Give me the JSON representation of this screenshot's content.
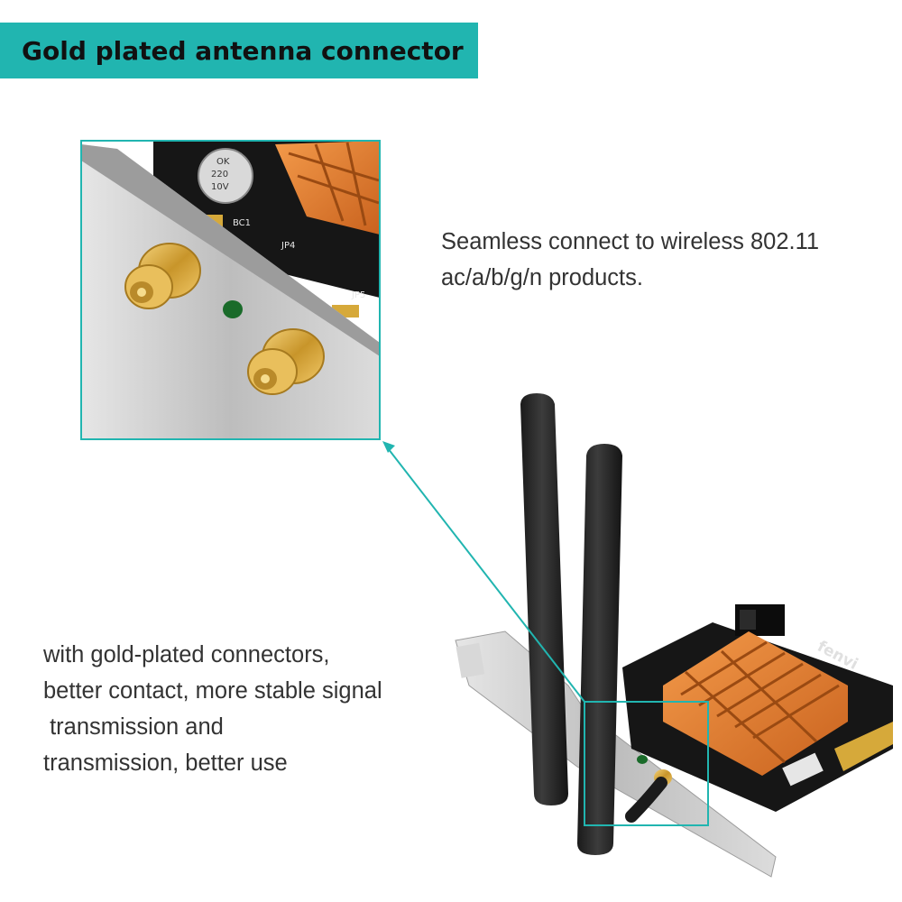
{
  "colors": {
    "accent": "#21b5b0",
    "caption_text": "#333333",
    "heading_text": "#111111",
    "gold": "#d6a93a",
    "heatsink": "#e07a2e",
    "pcb": "#161616",
    "bracket": "#c9c9c9",
    "antenna": "#2a2a2a",
    "led": "#1a6b2a"
  },
  "banner": {
    "title": "Gold plated antenna connector"
  },
  "captions": {
    "feature_wireless": [
      "Seamless connect to wireless 802.11",
      "ac/a/b/g/n products."
    ],
    "feature_connectors": [
      "with gold-plated connectors,",
      "better contact, more stable signal",
      " transmission and",
      "transmission, better use"
    ]
  },
  "product": {
    "brand_logo": "fenvi",
    "board_labels": [
      "BC1",
      "JP4",
      "JP5"
    ],
    "capacitor_text": [
      "OK",
      "220",
      "10V"
    ]
  },
  "icons": {
    "callout_arrow": "arrow-up-left-icon",
    "status_led": "led-dot-icon"
  }
}
